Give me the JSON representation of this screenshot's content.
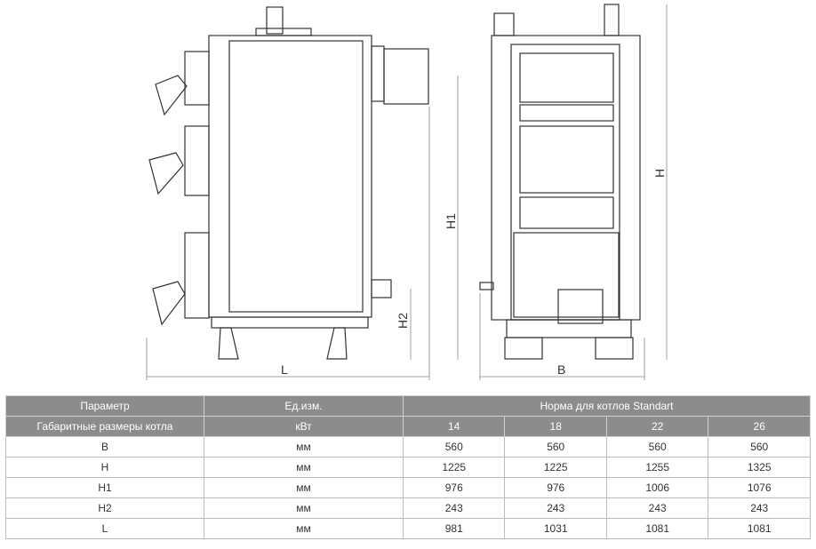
{
  "drawing": {
    "labels": {
      "L": "L",
      "B": "B",
      "H": "H",
      "H1": "H1",
      "H2": "H2"
    }
  },
  "table": {
    "header1": {
      "param": "Параметр",
      "unit": "Ед.изм.",
      "norm": "Норма для котлов Standart"
    },
    "header2": {
      "param": "Габаритные размеры котла",
      "unit": "кВт",
      "models": [
        "14",
        "18",
        "22",
        "26"
      ]
    },
    "rows": [
      {
        "param": "B",
        "unit": "мм",
        "values": [
          "560",
          "560",
          "560",
          "560"
        ]
      },
      {
        "param": "H",
        "unit": "мм",
        "values": [
          "1225",
          "1225",
          "1255",
          "1325"
        ]
      },
      {
        "param": "H1",
        "unit": "мм",
        "values": [
          "976",
          "976",
          "1006",
          "1076"
        ]
      },
      {
        "param": "H2",
        "unit": "мм",
        "values": [
          "243",
          "243",
          "243",
          "243"
        ]
      },
      {
        "param": "L",
        "unit": "мм",
        "values": [
          "981",
          "1031",
          "1081",
          "1081"
        ]
      }
    ]
  }
}
